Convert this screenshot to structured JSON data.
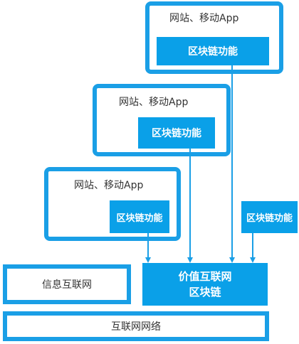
{
  "apps": [
    {
      "title": "网站、移动App",
      "feature": "区块链功能"
    },
    {
      "title": "网站、移动App",
      "feature": "区块链功能"
    },
    {
      "title": "网站、移动App",
      "feature": "区块链功能"
    }
  ],
  "standalone_feature": "区块链功能",
  "info_internet": "信息互联网",
  "value_internet": {
    "line1": "价值互联网",
    "line2": "区块链"
  },
  "network": "互联网网络",
  "colors": {
    "accent": "#1a9fe6",
    "fill": "#0aa0e8"
  }
}
